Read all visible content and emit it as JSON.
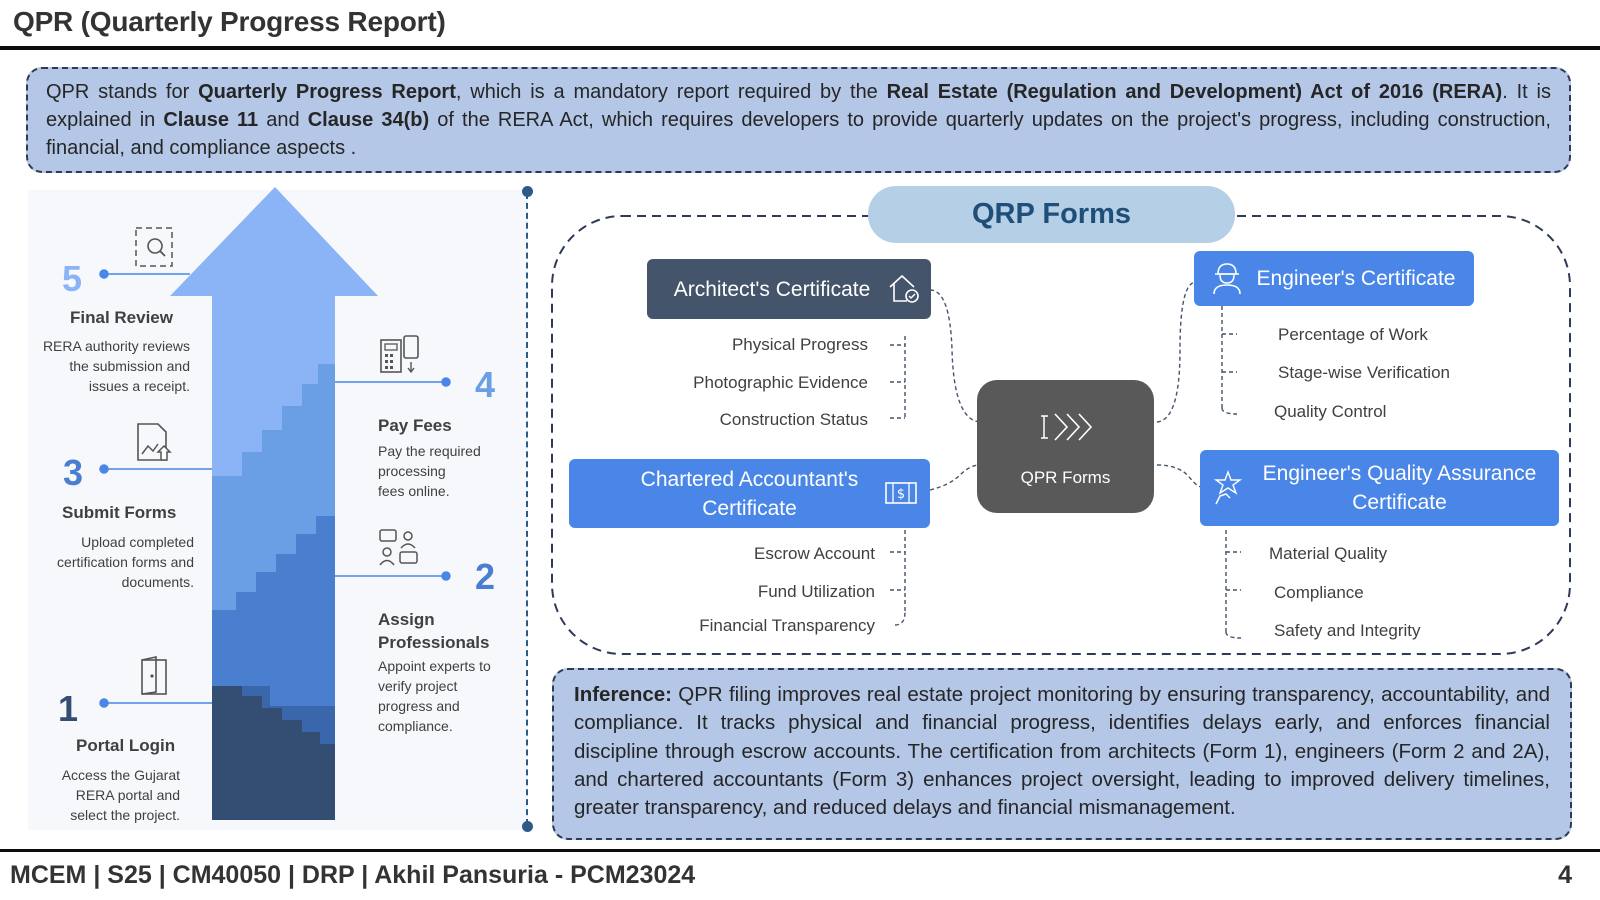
{
  "header": {
    "title": "QPR (Quarterly Progress Report)"
  },
  "intro": {
    "p1": "QPR stands for ",
    "b1": "Quarterly Progress Report",
    "p2": ", which is a mandatory report required by the ",
    "b2": "Real Estate (Regulation and Development) Act of 2016 (RERA)",
    "p3": ". It is explained in ",
    "b3": "Clause 11",
    "p4": " and ",
    "b4": "Clause 34(b)",
    "p5": " of the RERA Act, which requires developers to provide quarterly updates on the project's progress, including construction, financial, and compliance aspects ."
  },
  "steps": [
    {
      "num": "1",
      "title": "Portal Login",
      "desc1": "Access the Gujarat",
      "desc2": "RERA portal and",
      "desc3": "select the project.",
      "icon": "door-login-icon"
    },
    {
      "num": "2",
      "title1": "Assign",
      "title2": "Professionals",
      "desc1": "Appoint experts to",
      "desc2": "verify project",
      "desc3": "progress and",
      "desc4": "compliance.",
      "icon": "people-chat-icon"
    },
    {
      "num": "3",
      "title": "Submit Forms",
      "desc1": "Upload completed",
      "desc2": "certification forms and",
      "desc3": "documents.",
      "icon": "document-upload-icon"
    },
    {
      "num": "4",
      "title": "Pay Fees",
      "desc1": "Pay the required",
      "desc2": "processing",
      "desc3": "fees online.",
      "icon": "calculator-phone-icon"
    },
    {
      "num": "5",
      "title": "Final Review",
      "desc1": "RERA authority reviews",
      "desc2": "the submission and",
      "desc3": "issues a receipt.",
      "icon": "magnifier-frame-icon"
    }
  ],
  "qrp": {
    "header": "QRP Forms",
    "center": "QPR Forms",
    "architect": {
      "label": "Architect's Certificate",
      "items": [
        "Physical Progress",
        "Photographic Evidence",
        "Construction Status"
      ]
    },
    "ca": {
      "label1": "Chartered Accountant's",
      "label2": "Certificate",
      "items": [
        "Escrow Account",
        "Fund Utilization",
        "Financial Transparency"
      ]
    },
    "engineer": {
      "label": "Engineer's Certificate",
      "items": [
        "Percentage of Work",
        "Stage-wise Verification",
        "Quality Control"
      ]
    },
    "eqa": {
      "label1": "Engineer's Quality Assurance",
      "label2": "Certificate",
      "items": [
        "Material Quality",
        "Compliance",
        "Safety and Integrity"
      ]
    }
  },
  "inference": {
    "label": "Inference:",
    "text": " QPR filing improves real estate project monitoring by ensuring transparency, accountability, and compliance. It tracks physical and financial progress, identifies delays early, and enforces financial discipline through escrow accounts. The certification from architects (Form 1), engineers (Form 2 and 2A), and chartered accountants (Form 3) enhances project oversight, leading to improved delivery timelines, greater transparency, and reduced delays and financial mismanagement."
  },
  "footer": {
    "text": "MCEM | S25 |  CM40050 | DRP | Akhil Pansuria - PCM23024",
    "page": "4"
  },
  "colors": {
    "dark_box": "#44546a",
    "blue_box": "#4a86e8",
    "light_panel": "#b4c7e7",
    "step_num": "#4a86e8"
  }
}
